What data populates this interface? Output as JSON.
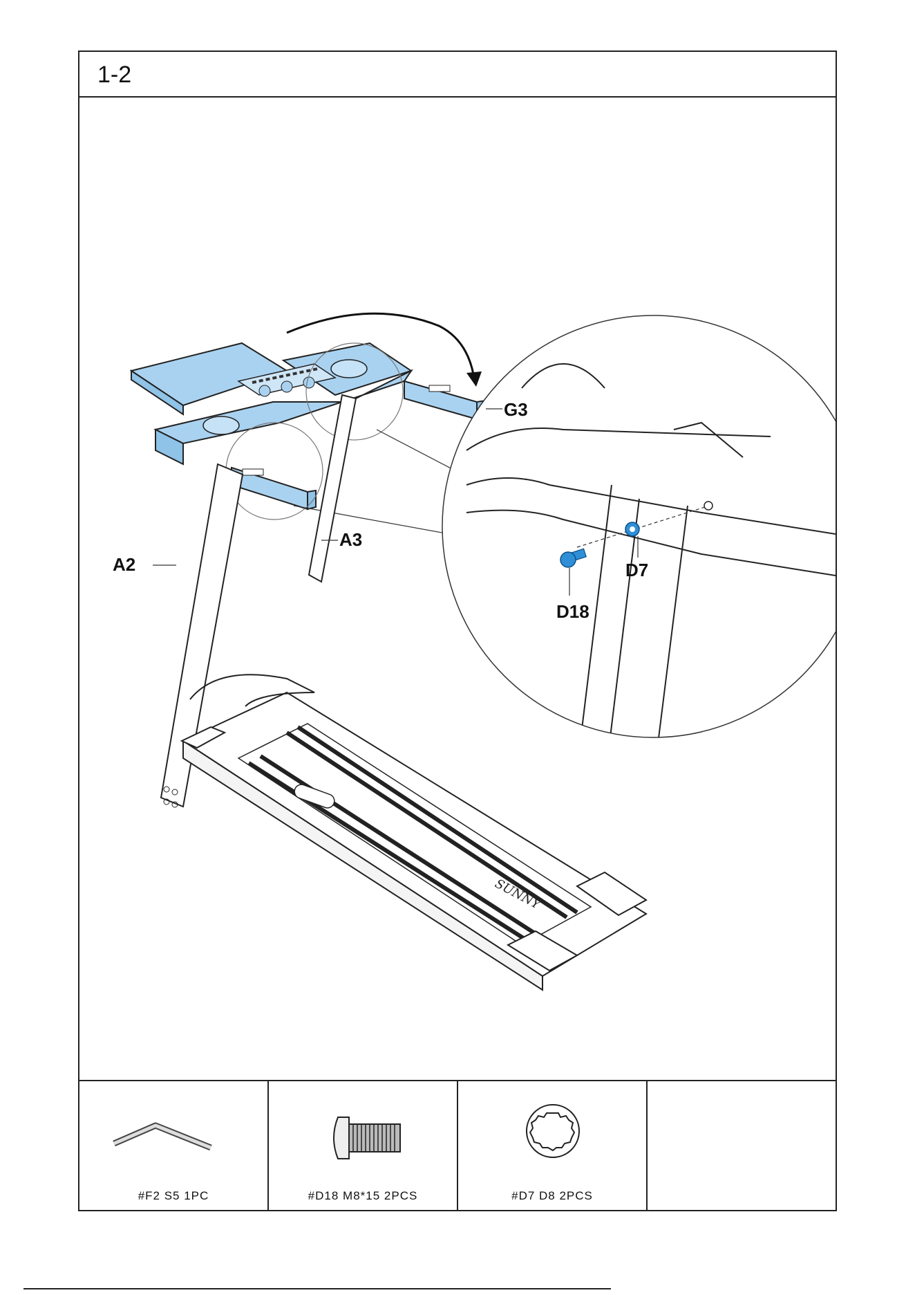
{
  "step": {
    "title": "1-2"
  },
  "callouts": {
    "g3": "G3",
    "a3": "A3",
    "a2": "A2",
    "d18": "D18",
    "d7": "D7"
  },
  "console": {
    "brand": "SUNNY"
  },
  "parts": [
    {
      "icon": "allen-wrench-icon",
      "caption": "#F2 S5  1PC"
    },
    {
      "icon": "bolt-icon",
      "caption": "#D18 M8*15  2PCS"
    },
    {
      "icon": "washer-icon",
      "caption": "#D7 D8  2PCS"
    },
    {
      "icon": "",
      "caption": ""
    }
  ],
  "colors": {
    "highlight": "#a9d2f0",
    "hardware": "#2e8fd6",
    "line": "#222222"
  }
}
